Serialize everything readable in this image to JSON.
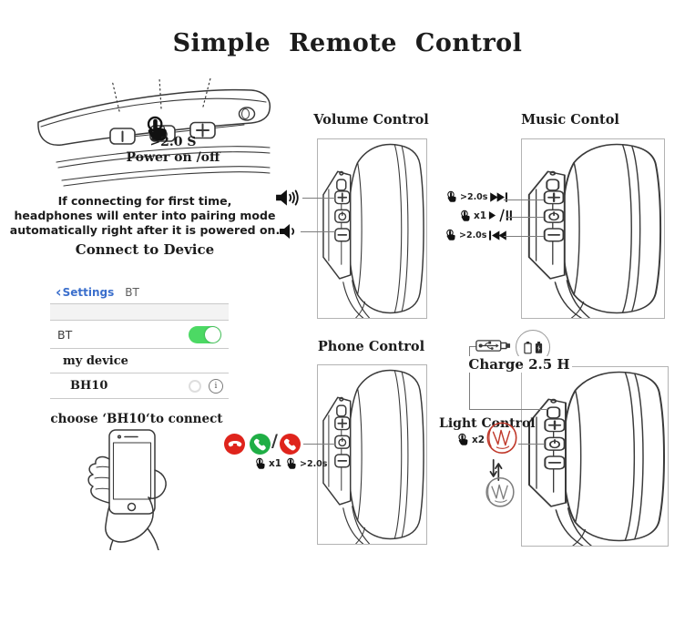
{
  "title": "Simple Remote Control",
  "power_section": {
    "hold_time": ">2.0 S",
    "label": "Power on /off"
  },
  "pairing_note": {
    "line1": "If connecting for first time,",
    "line2": "headphones will enter into pairing mode",
    "line3": "automatically right after it is powered on."
  },
  "connect_section": {
    "heading": "Connect  to  Device",
    "choose_note": "choose ‘BH10‘to connect"
  },
  "phone_ui": {
    "back_button": "Settings",
    "back_chevron": "‹",
    "page_title": "BT",
    "bt_row_label": "BT",
    "toggle_state": "on",
    "section_header": "my device",
    "device_name": "BH10",
    "info_icon_glyph": "i"
  },
  "volume_section": {
    "title": "Volume Control"
  },
  "music_section": {
    "title": "Music Contol",
    "rows": [
      {
        "hold_label": ">2.0s",
        "action": "next-track"
      },
      {
        "hold_label": "x1",
        "action": "play-pause"
      },
      {
        "hold_label": ">2.0s",
        "action": "previous-track"
      }
    ]
  },
  "phone_section": {
    "title": "Phone Control",
    "separator": "/",
    "answer_tap": "x1",
    "reject_hold": ">2.0s"
  },
  "charge_section": {
    "label": "Charge 2.5 H"
  },
  "light_section": {
    "title": "Light Control",
    "tap_label": "x2"
  },
  "icons": {
    "device_buttons": [
      "bar",
      "power",
      "plus"
    ],
    "earcup_buttons": [
      "plus",
      "power",
      "minus"
    ],
    "volume-up-icon": "speaker-with-waves",
    "volume-down-icon": "speaker-quiet",
    "next-track-icon": "▶▶|",
    "play-pause-icon": "▶/∥",
    "prev-track-icon": "|◀◀",
    "press-icon": "finger-tap",
    "hangup-call-icon": "red-flat-handset",
    "answer-call-icon": "green-handset",
    "end-call-icon": "red-handset",
    "usb-icon": "usb-plug",
    "battery-icons": "empty-and-full-battery",
    "led-on-icon": "red-scribble-circle",
    "led-off-icon": "gray-scribble-circle",
    "swap-arrows-icon": "up-down-arrows"
  },
  "colors": {
    "toggle_green": "#4cd964",
    "answer_green": "#1fae45",
    "call_red": "#df241c",
    "led_red": "#c0392b",
    "settings_blue": "#3b6fcc",
    "line_art": "#3a3a3a"
  }
}
